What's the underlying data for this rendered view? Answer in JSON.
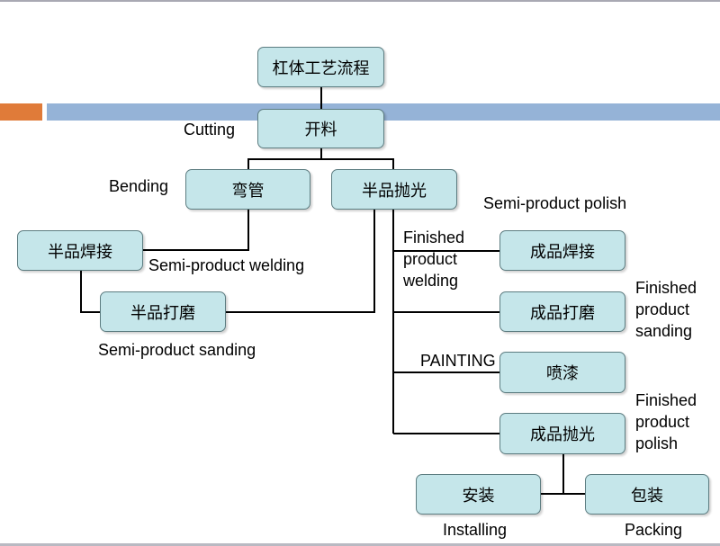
{
  "diagram": {
    "title_node": "杠体工艺流程",
    "nodes": {
      "cutting": "开料",
      "bending": "弯管",
      "semi_polish": "半品抛光",
      "semi_welding": "半品焊接",
      "semi_sanding": "半品打磨",
      "finished_welding": "成品焊接",
      "finished_sanding": "成品打磨",
      "painting": "喷漆",
      "finished_polish": "成品抛光",
      "installing": "安装",
      "packing": "包装"
    },
    "labels": {
      "cutting": "Cutting",
      "bending": "Bending",
      "semi_polish": "Semi-product polish",
      "semi_welding": "Semi-product welding",
      "semi_sanding": "Semi-product sanding",
      "finished_welding": [
        "Finished",
        "product",
        "welding"
      ],
      "finished_sanding": [
        "Finished",
        "product",
        "sanding"
      ],
      "painting": "PAINTING",
      "finished_polish": [
        "Finished",
        "product",
        "polish"
      ],
      "installing": "Installing",
      "packing": "Packing"
    }
  },
  "colors": {
    "node_fill": "#c5e6ea",
    "node_border": "#5c7c80",
    "accent_orange": "#e07b39",
    "accent_blue": "#95b3d7"
  }
}
